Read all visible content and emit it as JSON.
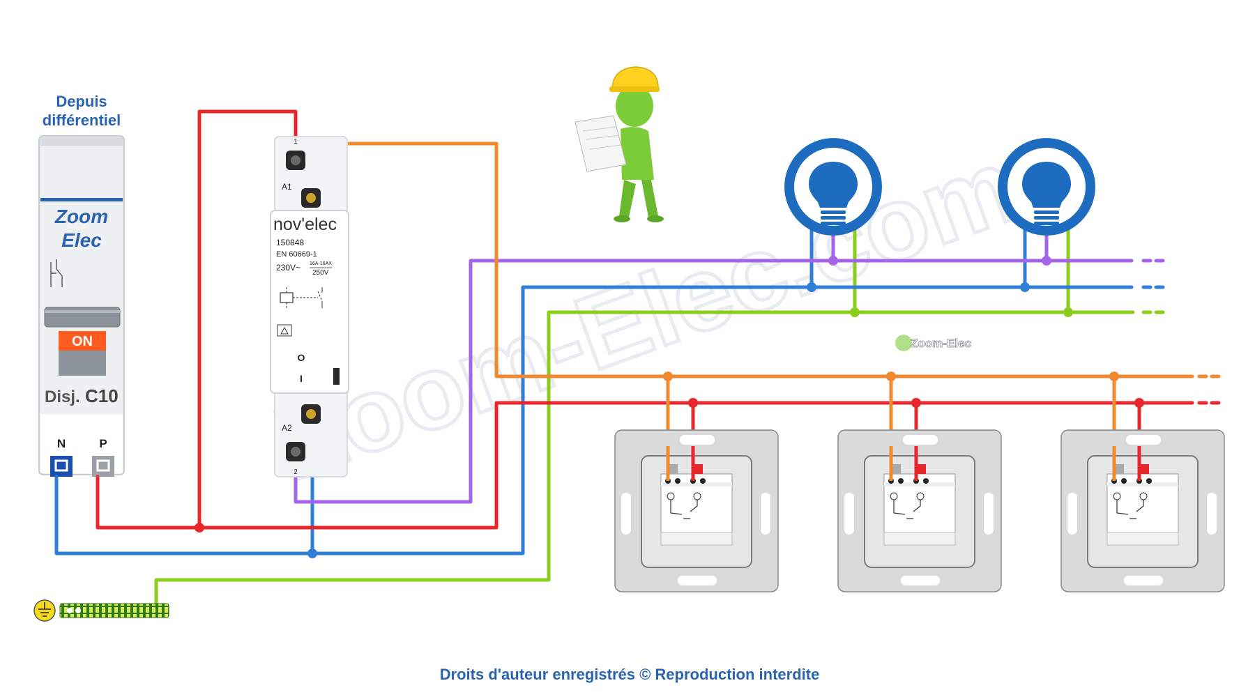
{
  "breaker": {
    "header_line1": "Depuis",
    "header_line2": "différentiel",
    "brand_line1": "Zoom",
    "brand_line2": "Elec",
    "status": "ON",
    "rating_prefix": "Disj.",
    "rating": "C10",
    "terminal_n": "N",
    "terminal_p": "P"
  },
  "relay": {
    "brand": "nov'elec",
    "model": "150848",
    "standard": "EN 60669-1",
    "voltage": "230V~",
    "current_rating": "16A-16AX",
    "rated_voltage": "250V",
    "terminal_1": "1",
    "terminal_2": "2",
    "terminal_a1": "A1",
    "terminal_a2": "A2",
    "mark_off": "O",
    "mark_on": "I"
  },
  "watermark": {
    "large": "Zoom-Elec.com",
    "small": "Zoom-Elec"
  },
  "footer": {
    "copyright": "Droits d'auteur enregistrés © Reproduction interdite"
  },
  "colors": {
    "phase": "#e8262b",
    "neutral": "#2f7fd8",
    "earth": "#8ccc1c",
    "return": "#f08a2c",
    "lamp_feed": "#a465e8",
    "lamp_icon": "#1e6cc0",
    "label_blue": "#2a64b0"
  },
  "icons": [
    "lamp-icon",
    "earth-symbol-icon",
    "worker-figure-icon"
  ]
}
